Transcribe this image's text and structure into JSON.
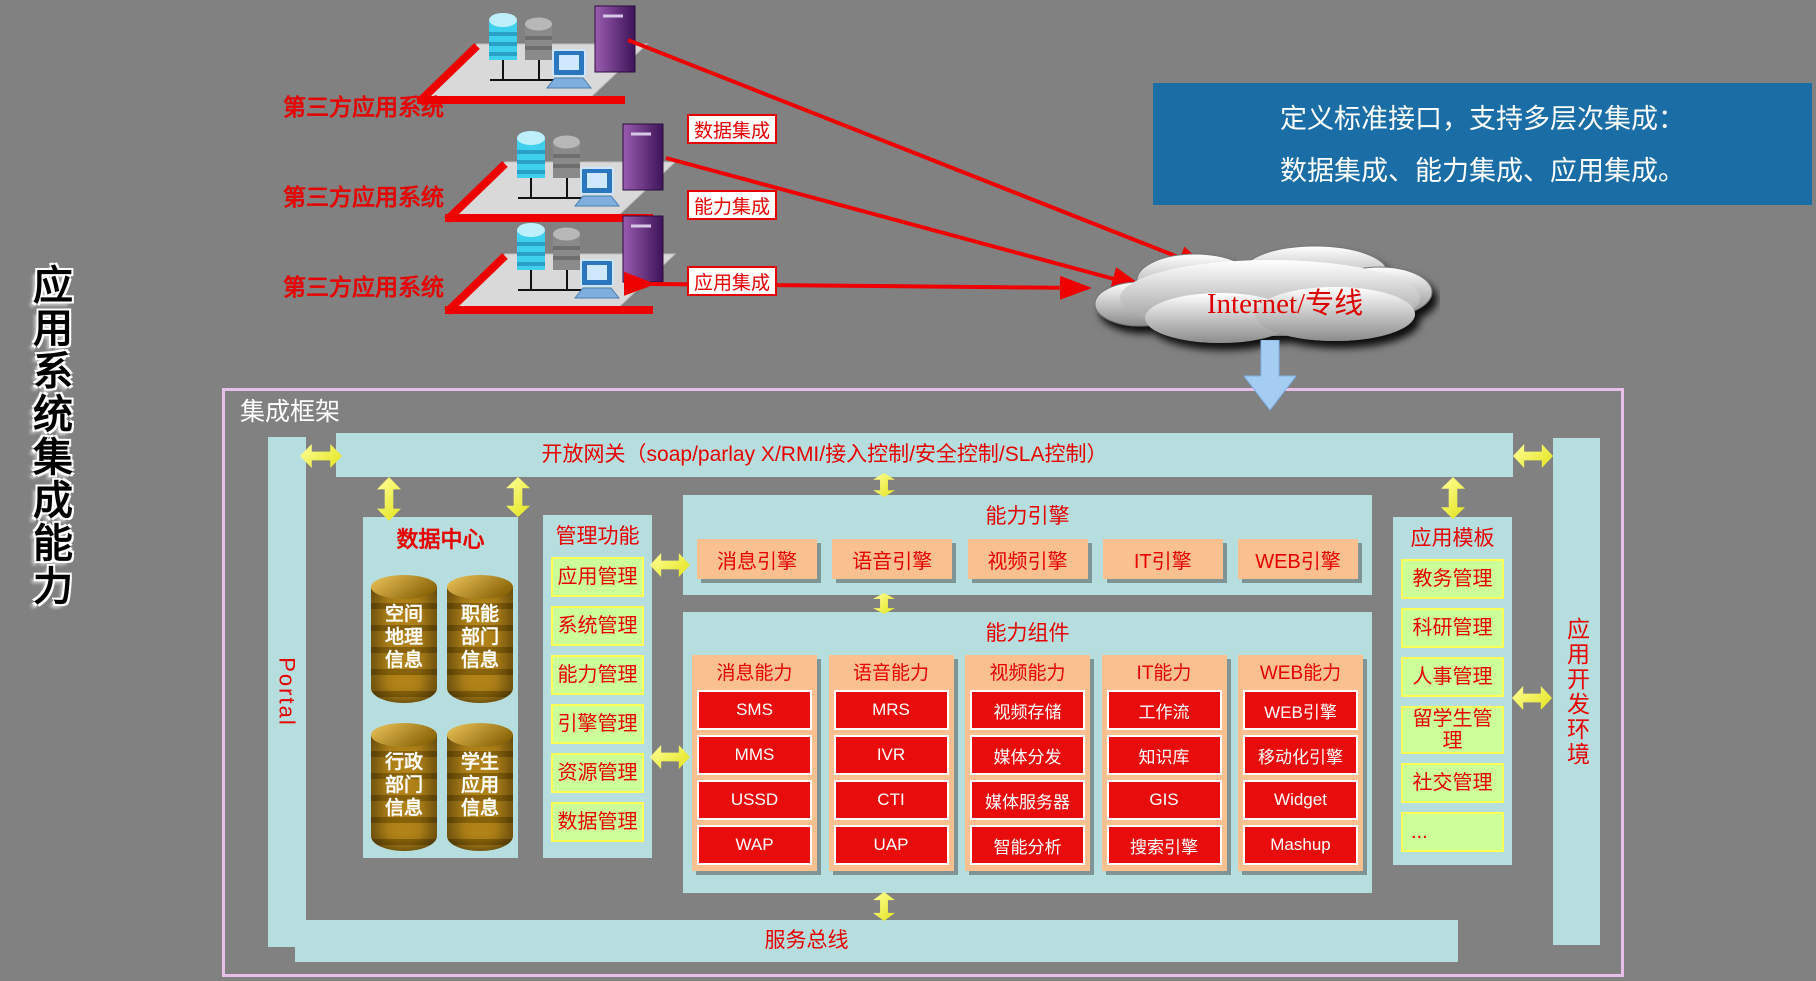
{
  "left_title": "应用系统集成能力",
  "third_party_label": "第三方应用系统",
  "integration": {
    "data": "数据集成",
    "capability": "能力集成",
    "application": "应用集成"
  },
  "info_box": {
    "line1": "定义标准接口，支持多层次集成：",
    "line2": "数据集成、能力集成、应用集成。"
  },
  "cloud_label": "Internet/专线",
  "framework": {
    "title": "集成框架",
    "portal": "Portal",
    "gateway": "开放网关（soap/parlay X/RMI/接入控制/安全控制/SLA控制）",
    "data_center": {
      "title": "数据中心",
      "cylinders": [
        "空间\n地理\n信息",
        "职能\n部门\n信息",
        "行政\n部门\n信息",
        "学生\n应用\n信息"
      ]
    },
    "mgmt": {
      "title": "管理功能",
      "items": [
        "应用管理",
        "系统管理",
        "能力管理",
        "引擎管理",
        "资源管理",
        "数据管理"
      ]
    },
    "engines": {
      "title": "能力引擎",
      "items": [
        "消息引擎",
        "语音引擎",
        "视频引擎",
        "IT引擎",
        "WEB引擎"
      ]
    },
    "components": {
      "title": "能力组件",
      "columns": [
        {
          "title": "消息能力",
          "items": [
            "SMS",
            "MMS",
            "USSD",
            "WAP"
          ]
        },
        {
          "title": "语音能力",
          "items": [
            "MRS",
            "IVR",
            "CTI",
            "UAP"
          ]
        },
        {
          "title": "视频能力",
          "items": [
            "视频存储",
            "媒体分发",
            "媒体服务器",
            "智能分析"
          ]
        },
        {
          "title": "IT能力",
          "items": [
            "工作流",
            "知识库",
            "GIS",
            "搜索引擎"
          ]
        },
        {
          "title": "WEB能力",
          "items": [
            "WEB引擎",
            "移动化引擎",
            "Widget",
            "Mashup"
          ]
        }
      ]
    },
    "templates": {
      "title": "应用模板",
      "items": [
        "教务管理",
        "科研管理",
        "人事管理",
        "留学生管理",
        "社交管理",
        "..."
      ]
    },
    "dev_env": "应用开发环境",
    "service_bus": "服务总线"
  },
  "colors": {
    "background": "#818181",
    "panel_cyan": "#b6dede",
    "item_green": "#ccff99",
    "item_border_yellow": "#ffff55",
    "accent_red": "#e60000",
    "box_red": "#e80c0c",
    "peach": "#fac08f",
    "info_blue": "#1b6da6",
    "frame_pink": "#e8bfe8",
    "arrow_yellow": "#f2f23c",
    "cloud_arrow_blue": "#a5cdf2",
    "cylinder_gold": "#b08218"
  }
}
